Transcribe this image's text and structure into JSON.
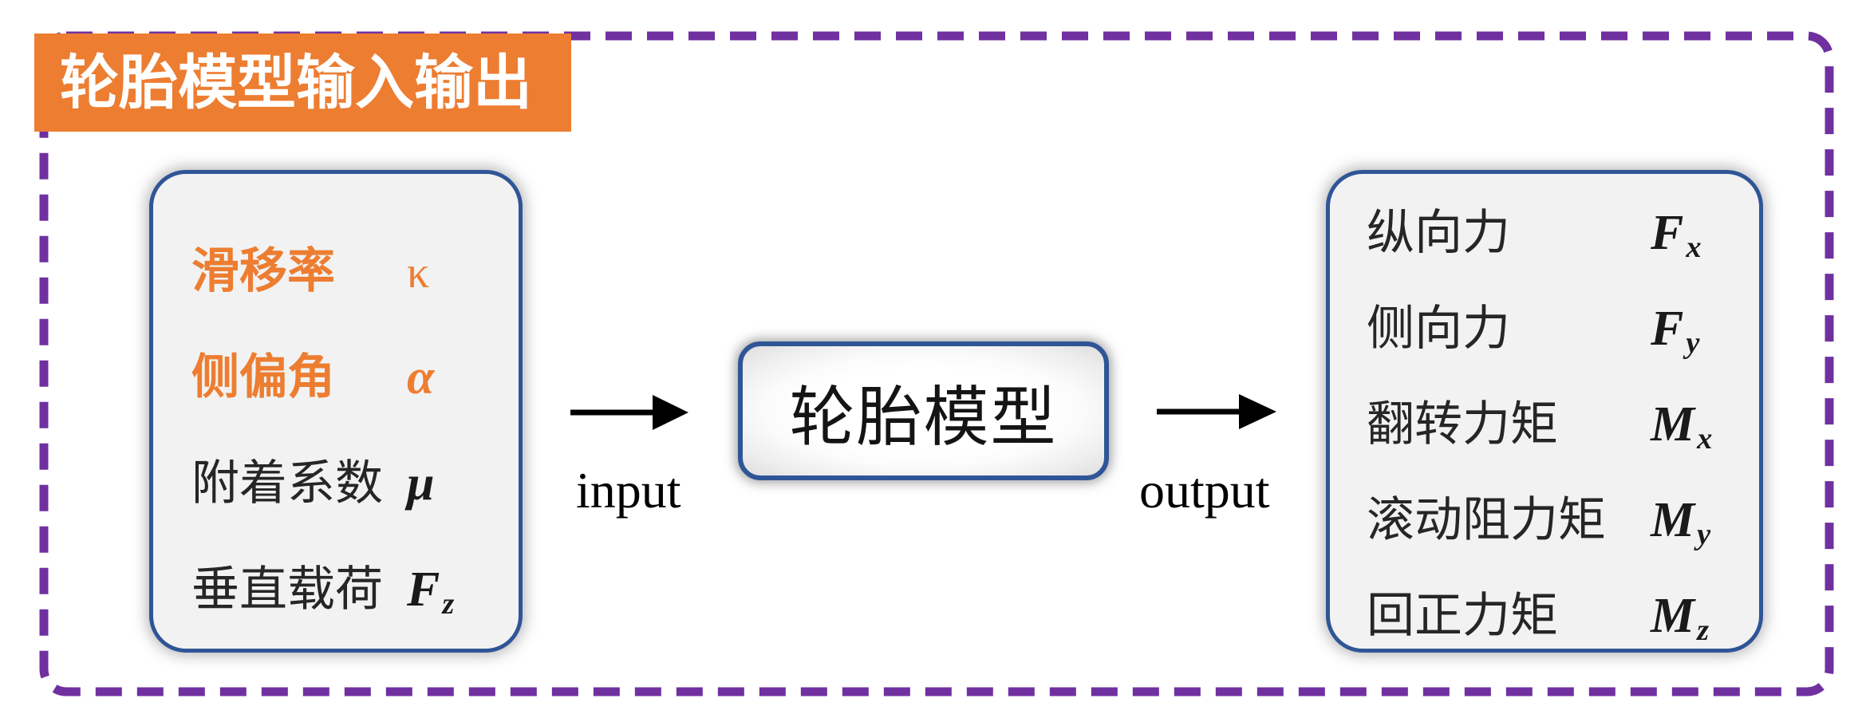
{
  "title": "轮胎模型输入输出",
  "model_box": {
    "label": "轮胎模型"
  },
  "flow": {
    "input_label": "input",
    "output_label": "output"
  },
  "input_box": {
    "items": [
      {
        "label": "滑移率",
        "sym": "κ",
        "sub": ""
      },
      {
        "label": "侧偏角",
        "sym": "α",
        "sub": ""
      },
      {
        "label": "附着系数",
        "sym": "μ",
        "sub": ""
      },
      {
        "label": "垂直载荷",
        "sym": "F",
        "sub": "z"
      }
    ]
  },
  "output_box": {
    "items": [
      {
        "label": "纵向力",
        "sym": "F",
        "sub": "x"
      },
      {
        "label": "侧向力",
        "sym": "F",
        "sub": "y"
      },
      {
        "label": "翻转力矩",
        "sym": "M",
        "sub": "x"
      },
      {
        "label": "滚动阻力矩",
        "sym": "M",
        "sub": "y"
      },
      {
        "label": "回正力矩",
        "sym": "M",
        "sub": "z"
      }
    ]
  },
  "colors": {
    "accent_orange": "#ED7D31",
    "border_blue": "#2F5597",
    "dash_purple": "#7030A0",
    "box_fill": "#F2F2F2"
  }
}
